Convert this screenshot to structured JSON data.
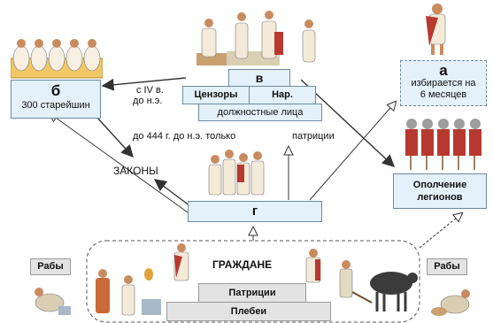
{
  "boxes": {
    "b": {
      "letter": "б",
      "text": "300 старейшин"
    },
    "v": {
      "letter": "в",
      "col1": "Цензоры",
      "col2": "Нар. трибуны",
      "bottom": "должностные лица"
    },
    "a": {
      "letter": "а",
      "line1": "избирается на",
      "line2": "6 месяцев"
    },
    "g": {
      "letter": "г"
    },
    "militia": {
      "line1": "Ополчение",
      "line2": "легионов"
    }
  },
  "labels": {
    "since_4th_line1": "с IV в.",
    "since_4th_line2": "до н.э.",
    "before_444": "до 444 г. до н.э. только",
    "patricians_only": "патриции",
    "laws": "ЗАКОНЫ",
    "citizens": "ГРАЖДАНЕ",
    "slaves_left": "Рабы",
    "slaves_right": "Рабы"
  },
  "pyramid": {
    "top": "Патриции",
    "bottom": "Плебеи"
  },
  "colors": {
    "box_fill": "#e4f0fa",
    "box_border": "#6a8aa6",
    "arrow": "#333333",
    "gray_step": "#e3e3e3"
  },
  "icons": [
    "senators-illustration",
    "magistrates-illustration",
    "consul-figure-illustration",
    "legion-soldiers-illustration",
    "assembly-crowd-illustration",
    "patrician-figure-illustration",
    "market-scene-illustration",
    "plowing-oxen-illustration",
    "slave-left-illustration",
    "slave-right-illustration"
  ]
}
